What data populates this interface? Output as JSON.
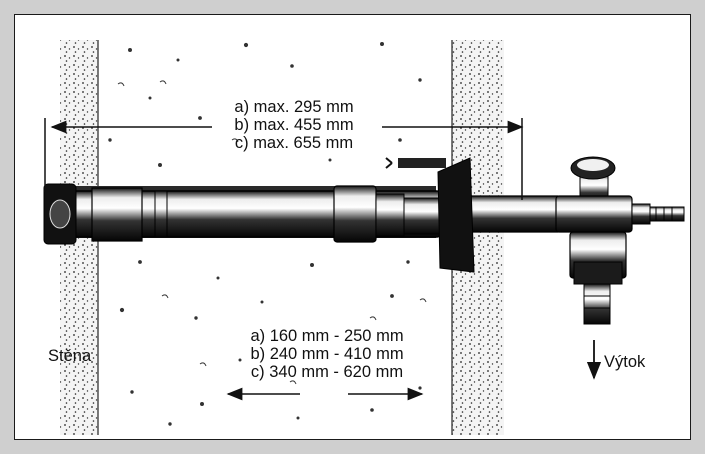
{
  "labels": {
    "dims_top": [
      "a) max. 295 mm",
      "b) max. 455 mm",
      "c) max. 655 mm"
    ],
    "dims_bottom": [
      "a) 160 mm - 250 mm",
      "b) 240 mm - 410 mm",
      "c) 340 mm - 620 mm"
    ],
    "wall": "Stěna",
    "outlet": "Výtok"
  },
  "colors": {
    "ink": "#111111",
    "frame": "#cfcfcf",
    "background": "#ffffff"
  }
}
